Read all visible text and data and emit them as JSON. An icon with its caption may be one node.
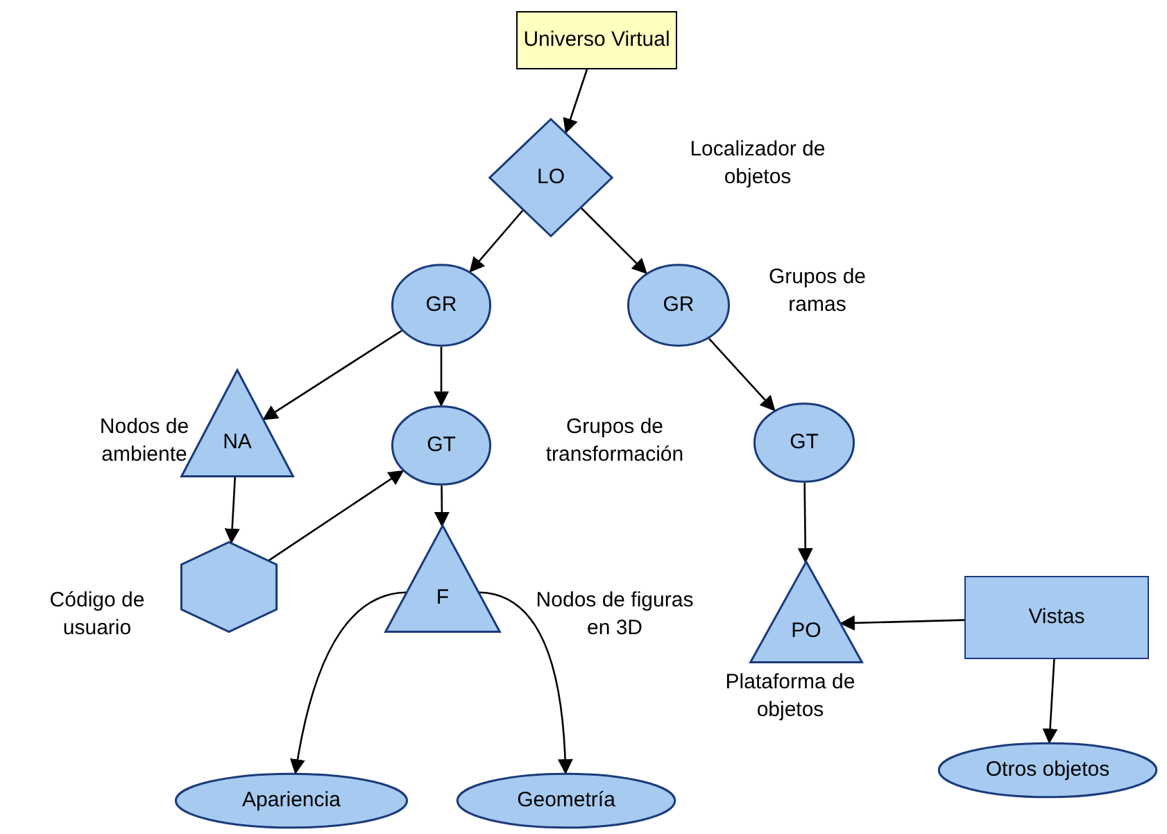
{
  "diagram": {
    "nodes": [
      {
        "text": [
          "Universo Virtual"
        ]
      },
      {
        "text": [
          "LO"
        ],
        "beside": [
          "Localizador de objetos"
        ]
      },
      {
        "text": [
          "GR"
        ]
      },
      {
        "text": [
          "GR"
        ],
        "beside": [
          "Grupos de ramas"
        ]
      },
      {
        "text": [
          "NA"
        ],
        "beside": [
          "Nodos de ambiente"
        ]
      },
      {
        "text": [
          "GT"
        ],
        "beside": [
          "Grupos de transformación"
        ]
      },
      {
        "text": [
          "GT"
        ]
      },
      {
        "text": [],
        "shape": "hexagon",
        "beside": [
          "Código de usuario"
        ]
      },
      {
        "text": [
          "F"
        ],
        "beside": [
          "Nodos de figuras en 3D"
        ]
      },
      {
        "text": [
          "PO"
        ],
        "beside": [
          "Plataforma de objetos"
        ]
      },
      {
        "text": [
          "Vistas"
        ]
      },
      {
        "text": [
          "Apariencia"
        ]
      },
      {
        "text": [
          "Geometría"
        ]
      },
      {
        "text": [
          "Otros objetos"
        ]
      }
    ],
    "edges": [
      {
        "from": 0,
        "to": 1,
        "arrow": "to"
      },
      {
        "from": 1,
        "to": 2,
        "arrow": "to"
      },
      {
        "from": 1,
        "to": 3,
        "arrow": "to"
      },
      {
        "from": 2,
        "to": 4,
        "arrow": "to"
      },
      {
        "from": 2,
        "to": 5,
        "arrow": "to"
      },
      {
        "from": 3,
        "to": 6,
        "arrow": "to"
      },
      {
        "from": 4,
        "to": 7,
        "arrow": "to"
      },
      {
        "from": 7,
        "to": 5,
        "arrow": "to"
      },
      {
        "from": 5,
        "to": 8,
        "arrow": "to"
      },
      {
        "from": 8,
        "to": 11,
        "arrow": "to"
      },
      {
        "from": 8,
        "to": 12,
        "arrow": "to"
      },
      {
        "from": 6,
        "to": 9,
        "arrow": "to"
      },
      {
        "from": 10,
        "to": 9,
        "arrow": "to"
      },
      {
        "from": 10,
        "to": 13,
        "arrow": "to"
      }
    ]
  }
}
